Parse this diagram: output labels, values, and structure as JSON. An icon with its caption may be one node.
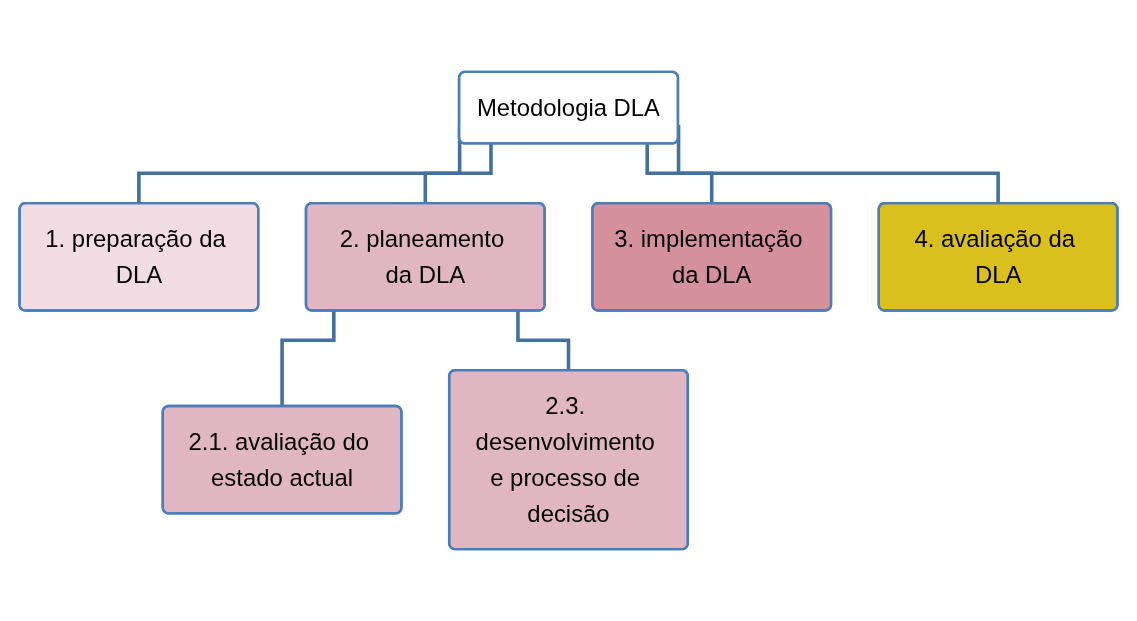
{
  "diagram": {
    "nodes": [
      {
        "text": [
          "Metodologia DLA"
        ]
      },
      {
        "text": [
          "1. preparação da DLA"
        ]
      },
      {
        "text": [
          "2. planeamento da DLA"
        ]
      },
      {
        "text": [
          "3. implementação da DLA"
        ]
      },
      {
        "text": [
          "4. avaliação da DLA"
        ]
      },
      {
        "text": [
          "2.1. avaliação do estado actual"
        ]
      },
      {
        "text": [
          "2.3. desenvolvimento e processo de decisão"
        ]
      }
    ],
    "edges": [
      {
        "from": 0,
        "to": 1,
        "arrow": "none"
      },
      {
        "from": 0,
        "to": 2,
        "arrow": "none"
      },
      {
        "from": 0,
        "to": 3,
        "arrow": "none"
      },
      {
        "from": 0,
        "to": 4,
        "arrow": "none"
      },
      {
        "from": 2,
        "to": 5,
        "arrow": "none"
      },
      {
        "from": 2,
        "to": 6,
        "arrow": "none"
      }
    ]
  }
}
